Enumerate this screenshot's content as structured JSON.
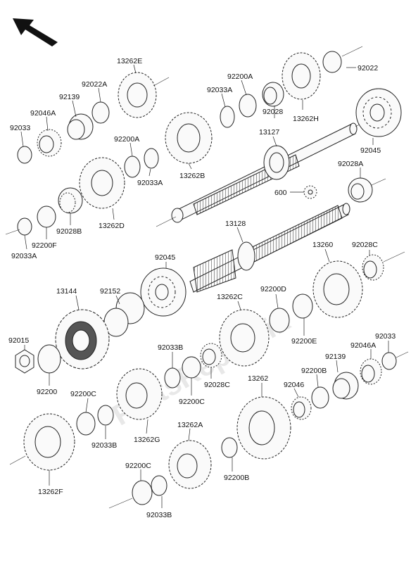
{
  "labels": {
    "p13262E": "13262E",
    "p92022A": "92022A",
    "p92139a": "92139",
    "p92046A_top": "92046A",
    "p92033_top": "92033",
    "p92200A_top": "92200A",
    "p92033A_mid": "92033A",
    "p13262B": "13262B",
    "p92200A_right": "92200A",
    "p92033A_right": "92033A",
    "p92028": "92028",
    "p13262H": "13262H",
    "p92022": "92022",
    "p13127": "13127",
    "p92045_top": "92045",
    "p92028A": "92028A",
    "p600": "600",
    "p13262D": "13262D",
    "p92028B": "92028B",
    "p92200F": "92200F",
    "p92033A_left": "92033A",
    "p13128": "13128",
    "p92045_mid": "92045",
    "p13260": "13260",
    "p92028C_top": "92028C",
    "p13144": "13144",
    "p92152": "92152",
    "p92200D": "92200D",
    "p13262C": "13262C",
    "p92200E": "92200E",
    "p92015": "92015",
    "p92200": "92200",
    "p92033B_mid": "92033B",
    "p92028C_mid": "92028C",
    "p92200C_mid": "92200C",
    "p92139b": "92139",
    "p92046A_r": "92046A",
    "p92033_r": "92033",
    "p92200B_r": "92200B",
    "p92046": "92046",
    "p13262": "13262",
    "p92200C_left": "92200C",
    "p13262G": "13262G",
    "p92033B_left": "92033B",
    "p13262A": "13262A",
    "p13262F": "13262F",
    "p92200B_bot": "92200B",
    "p92200C_bot": "92200C",
    "p92033B_bot": "92033B"
  },
  "icons": {
    "direction_arrow": "arrow-up-left-icon"
  },
  "colors": {
    "line": "#222222",
    "background": "#ffffff",
    "watermark": "#e8e8e8"
  }
}
